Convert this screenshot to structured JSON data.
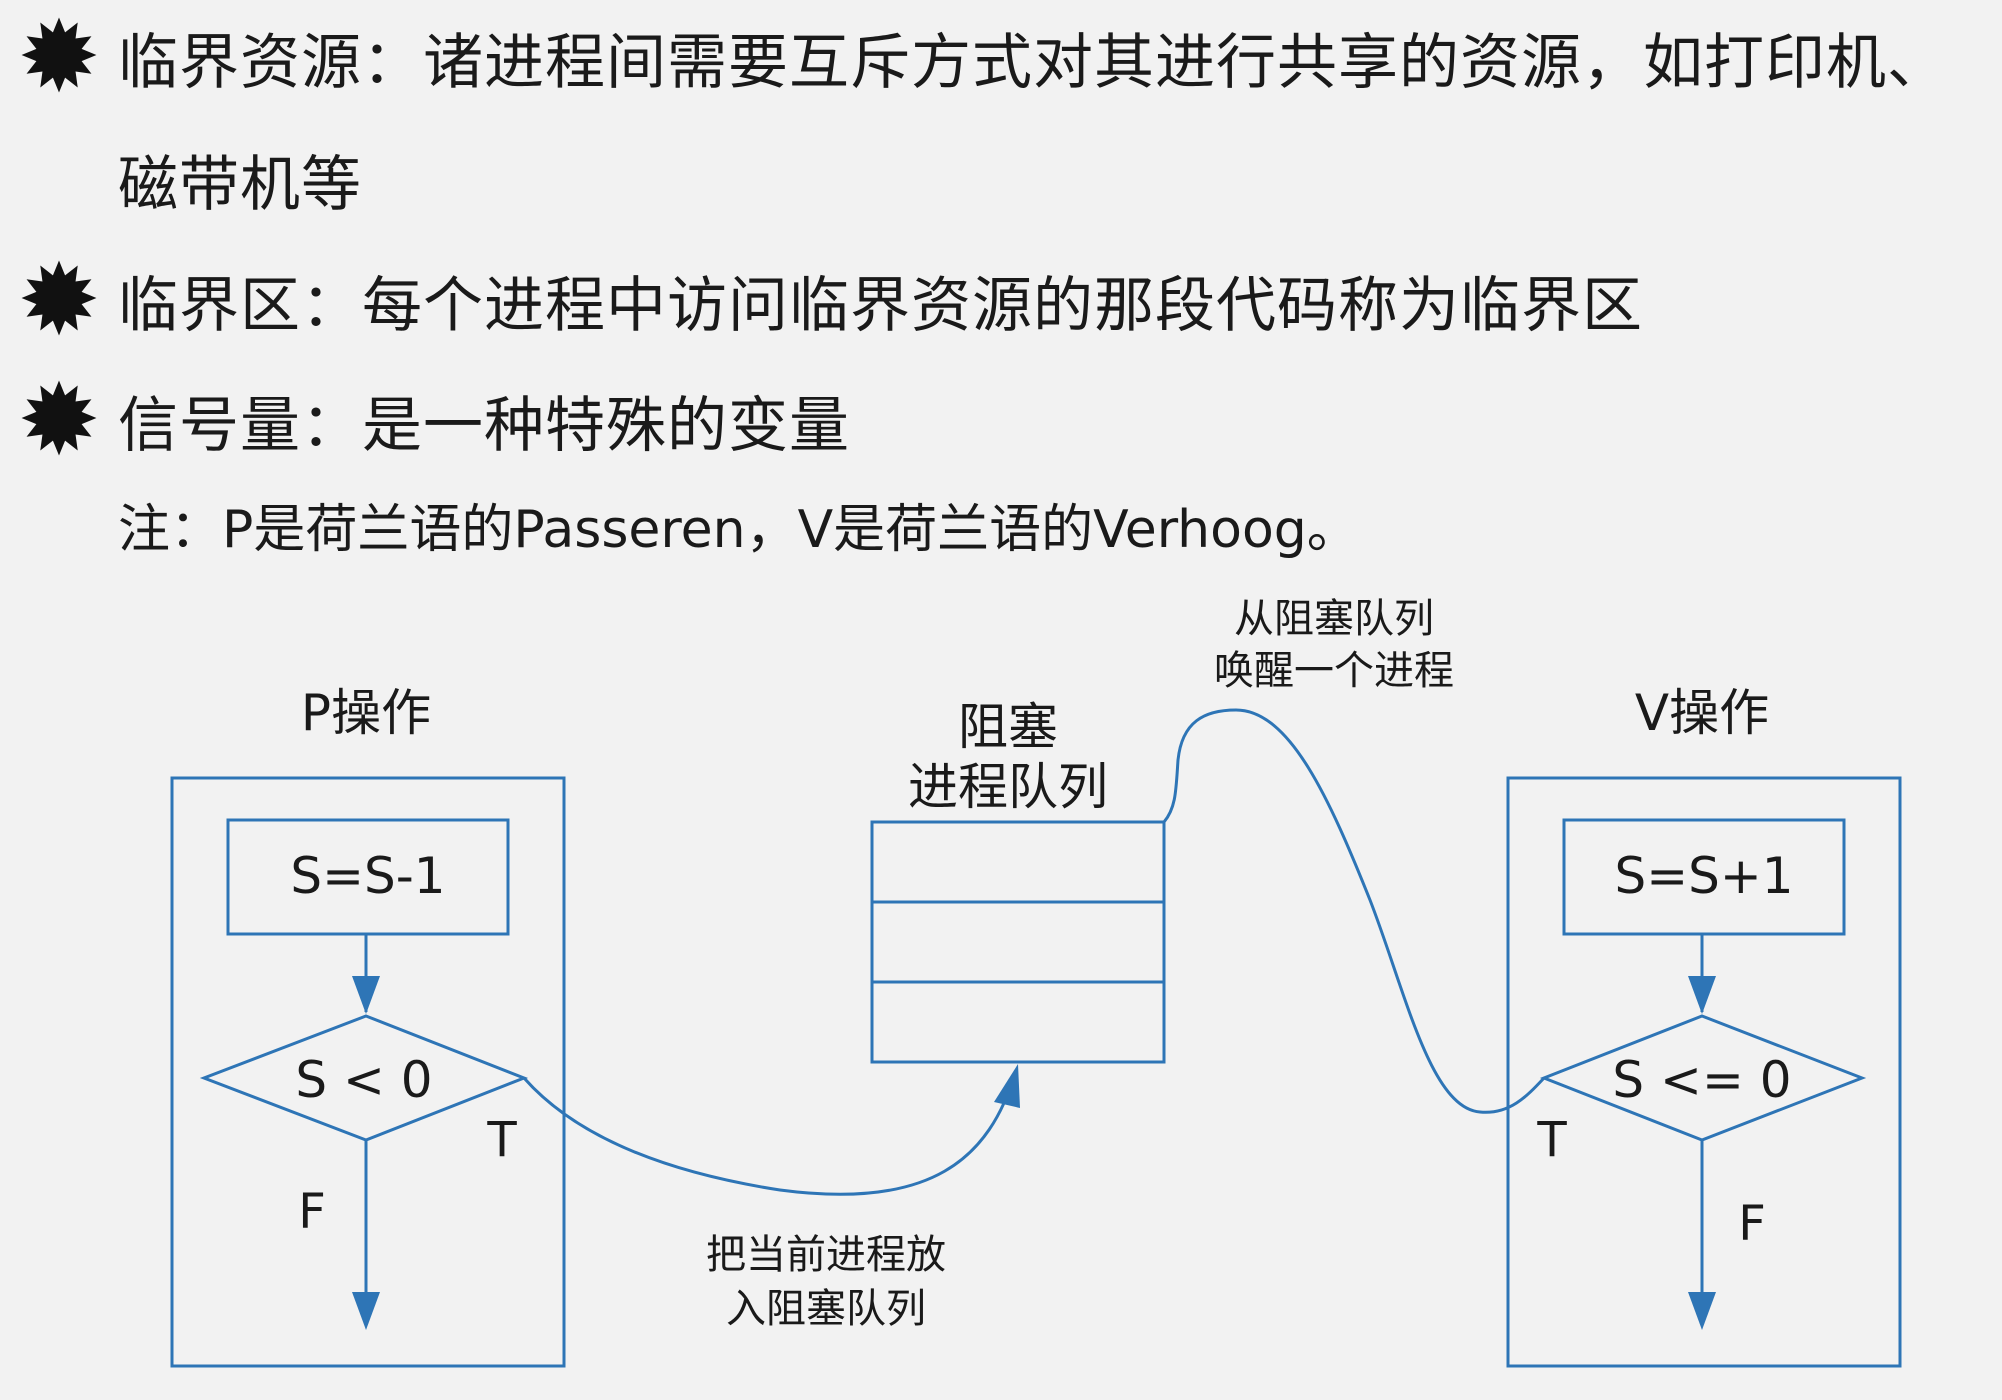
{
  "colors": {
    "line": "#2e75b6",
    "background": "#f2f2f2",
    "text": "#1a1a1a",
    "bullet": "#111111"
  },
  "bullets": [
    {
      "icon": "star-bullet-icon",
      "text": "临界资源：诸进程间需要互斥方式对其进行共享的资源，如打印机、磁带机等"
    },
    {
      "icon": "star-bullet-icon",
      "text": "临界区：每个进程中访问临界资源的那段代码称为临界区"
    },
    {
      "icon": "star-bullet-icon",
      "text": "信号量：是一种特殊的变量"
    }
  ],
  "note": "注：P是荷兰语的Passeren，V是荷兰语的Verhoog。",
  "diagram": {
    "p_operation": {
      "title": "P操作",
      "step": "S=S-1",
      "condition": "S < 0",
      "true_label": "T",
      "false_label": "F"
    },
    "queue": {
      "title_line1": "阻塞",
      "title_line2": "进程队列",
      "slots": 3
    },
    "v_operation": {
      "title": "V操作",
      "step": "S=S+1",
      "condition": "S <= 0",
      "true_label": "T",
      "false_label": "F"
    },
    "enqueue_label_line1": "把当前进程放",
    "enqueue_label_line2": "入阻塞队列",
    "wakeup_label_line1": "从阻塞队列",
    "wakeup_label_line2": "唤醒一个进程"
  }
}
